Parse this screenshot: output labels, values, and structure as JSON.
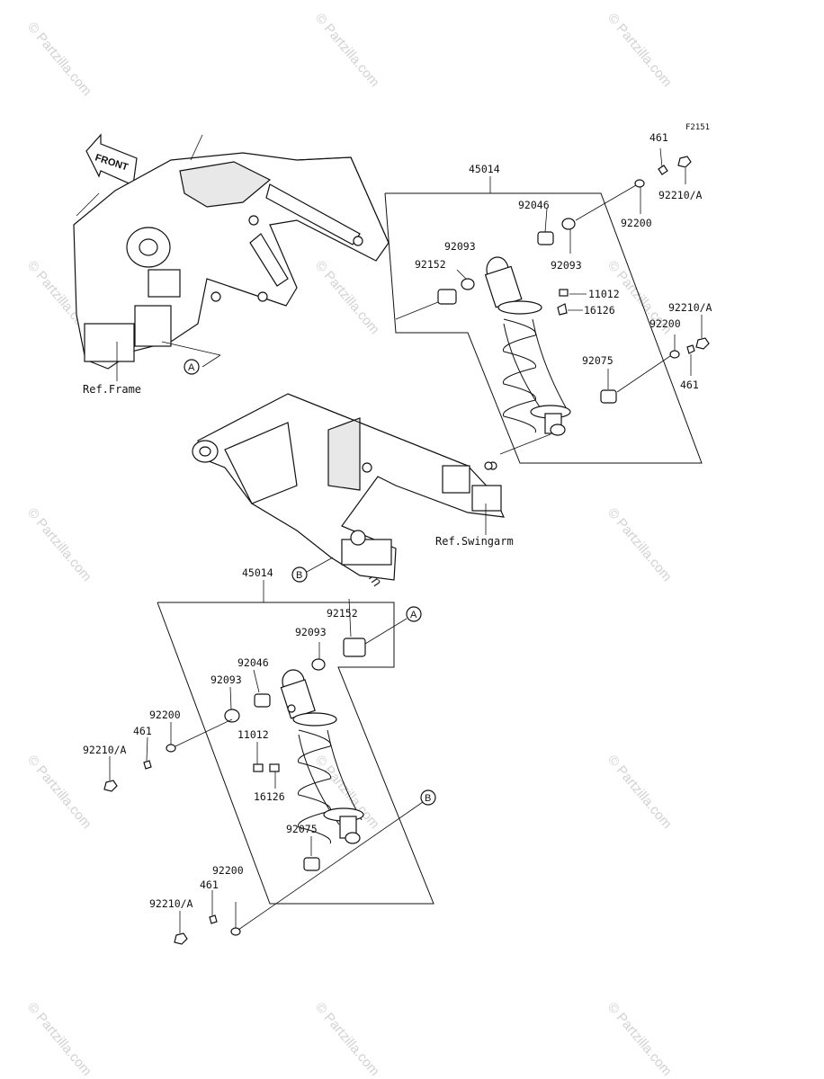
{
  "figure_code": "F2151",
  "front_label": "FRONT",
  "watermark": "© Partzilla.com",
  "callouts": {
    "a": "A",
    "b": "B"
  },
  "refs": {
    "frame": "Ref.Frame",
    "swingarm": "Ref.Swingarm"
  },
  "upper": {
    "assembly": "45014",
    "p92046": "92046",
    "p92093_left": "92093",
    "p92093_right": "92093",
    "p92152": "92152",
    "p461_top": "461",
    "p92210a_top": "92210/A",
    "p92200_top": "92200",
    "p11012": "11012",
    "p16126": "16126",
    "p92210a_bottom": "92210/A",
    "p92200_bottom": "92200",
    "p92075": "92075",
    "p461_bottom": "461"
  },
  "lower": {
    "assembly": "45014",
    "p92152": "92152",
    "p92093_right": "92093",
    "p92046": "92046",
    "p92093_left": "92093",
    "p92200_top": "92200",
    "p461_top": "461",
    "p92210a_top": "92210/A",
    "p11012": "11012",
    "p16126": "16126",
    "p92075": "92075",
    "p92200_bottom": "92200",
    "p461_bottom": "461",
    "p92210a_bottom": "92210/A"
  }
}
